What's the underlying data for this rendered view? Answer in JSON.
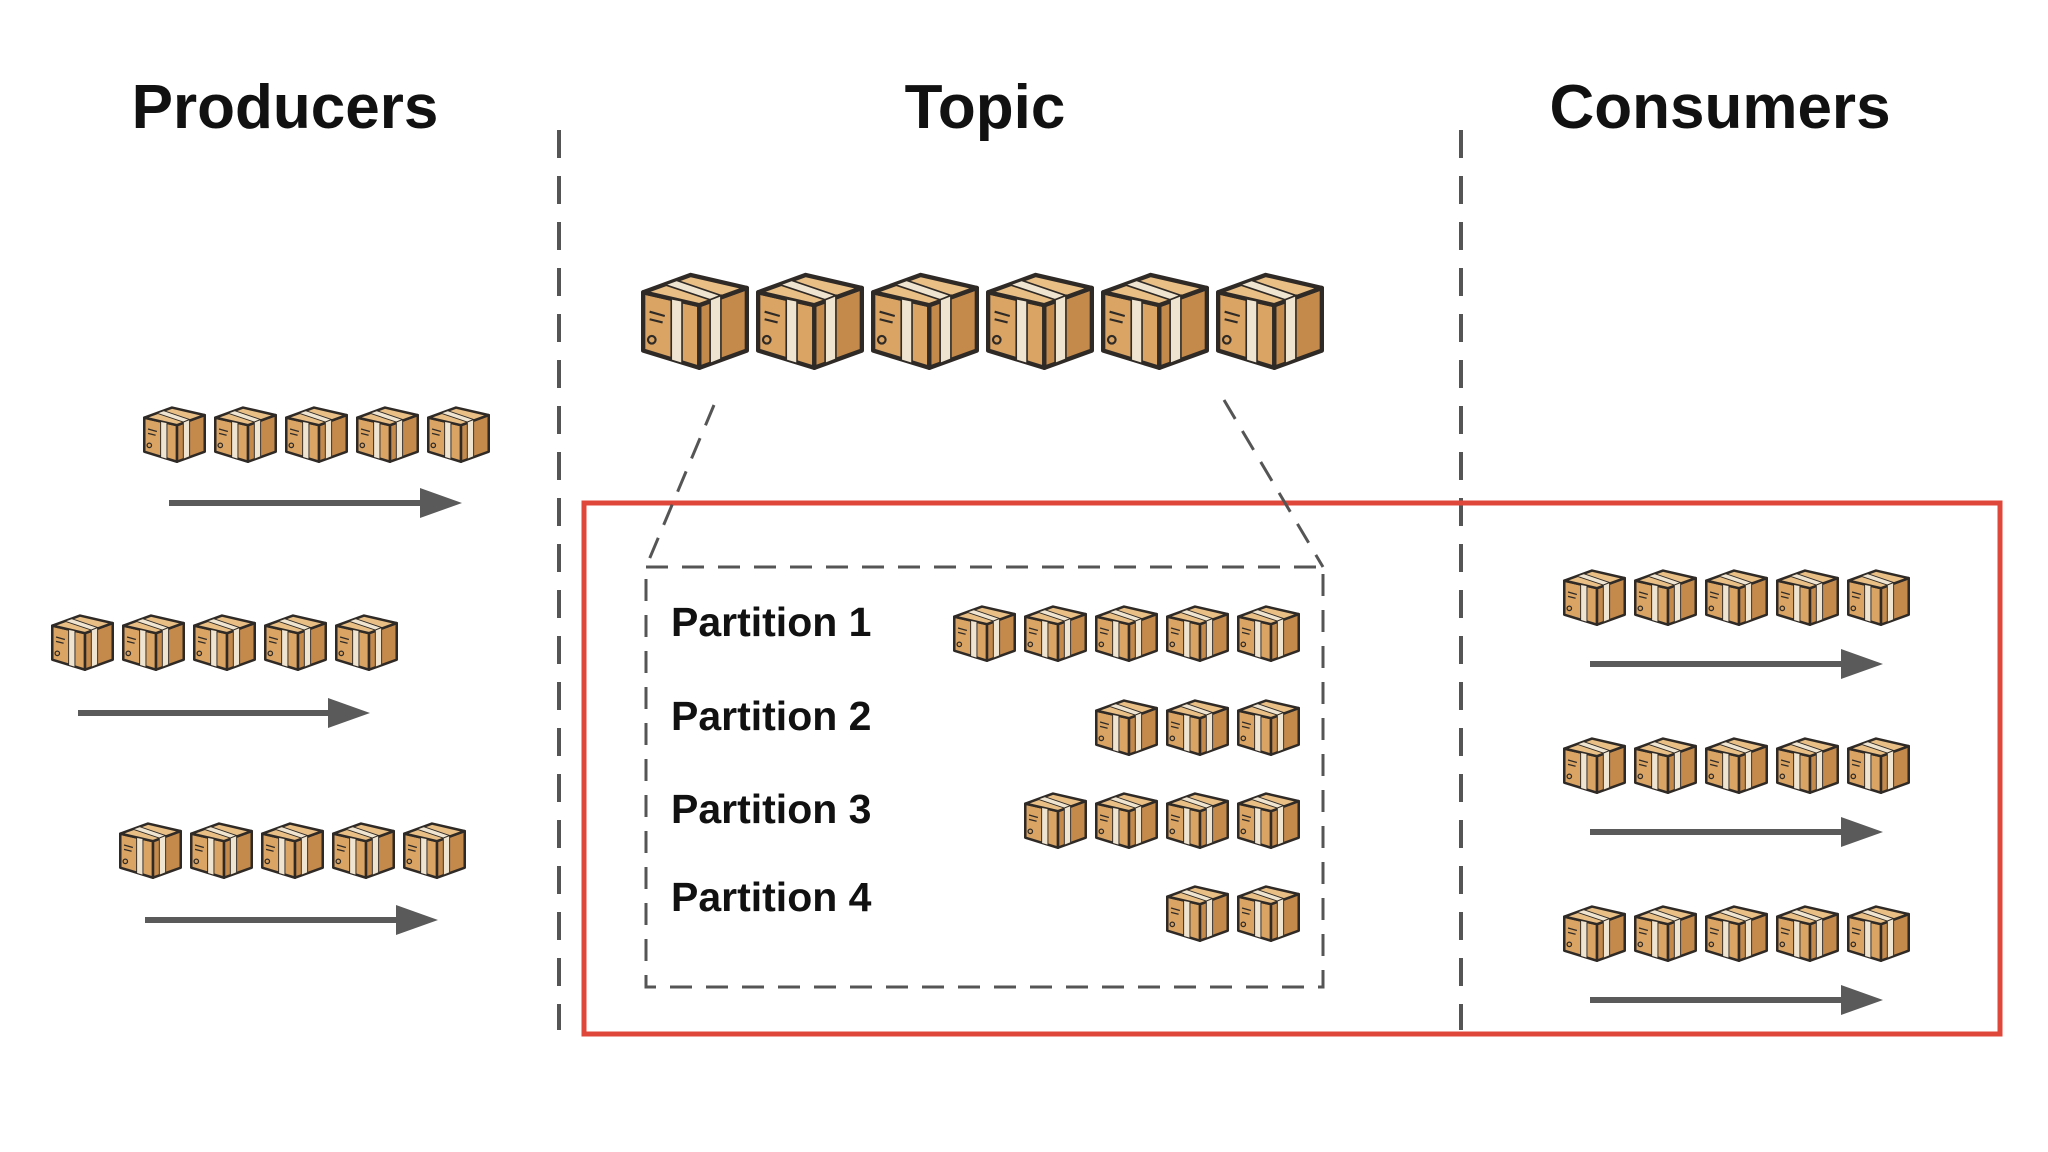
{
  "columns": {
    "producers": "Producers",
    "topic": "Topic",
    "consumers": "Consumers"
  },
  "topic_messages": 6,
  "producers": [
    {
      "messages": 5
    },
    {
      "messages": 5
    },
    {
      "messages": 5
    }
  ],
  "partitions": [
    {
      "label": "Partition 1",
      "messages": 5
    },
    {
      "label": "Partition 2",
      "messages": 3
    },
    {
      "label": "Partition 3",
      "messages": 4
    },
    {
      "label": "Partition 4",
      "messages": 2
    }
  ],
  "consumers": [
    {
      "messages": 5
    },
    {
      "messages": 5
    },
    {
      "messages": 5
    }
  ],
  "colors": {
    "box_front": "#d9a464",
    "box_side": "#c48a4b",
    "box_top": "#e9bf86",
    "tape": "#efe4cf",
    "outline": "#2f2a26",
    "divider": "#555555",
    "arrow": "#5a5a5a",
    "highlight": "#e0473b"
  }
}
